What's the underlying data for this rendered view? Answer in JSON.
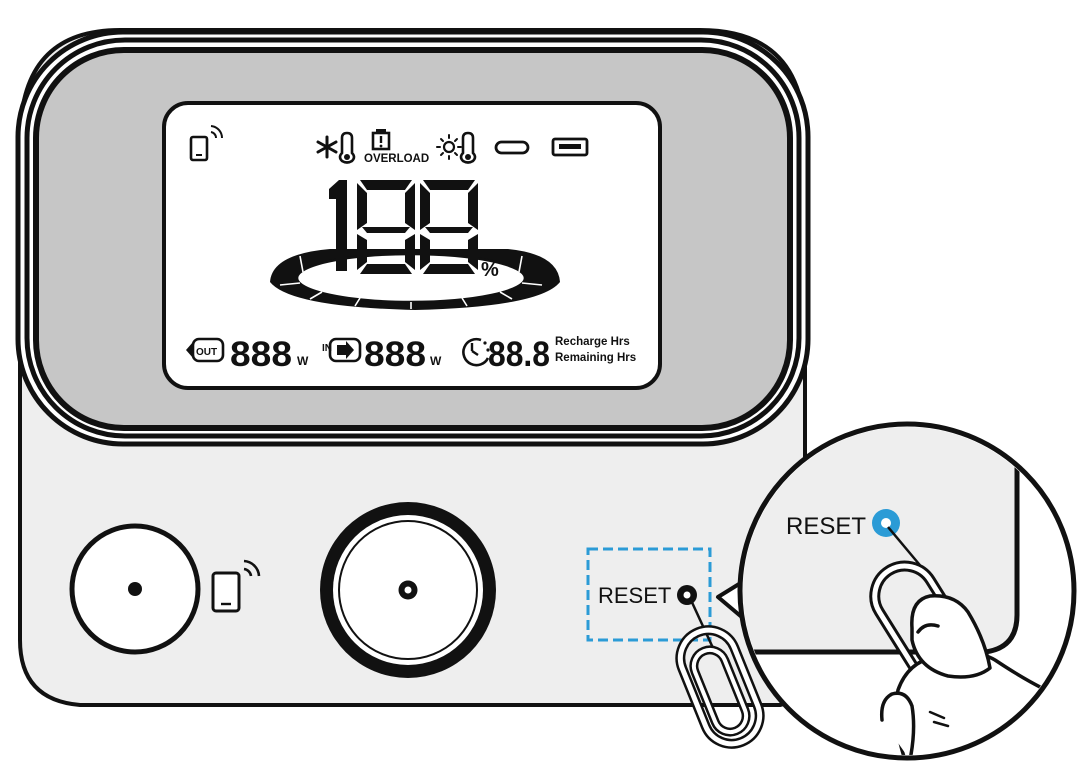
{
  "display": {
    "overload_label": "OVERLOAD",
    "battery_percent_digits": "188",
    "percent_sign": "%",
    "output_label": "OUT",
    "input_label": "IN",
    "output_watts_digits": "888",
    "input_watts_digits": "888",
    "time_digits": "88.8",
    "watt_unit": "W",
    "recharge_hrs_label": "Recharge Hrs",
    "remaining_hrs_label": "Remaining Hrs"
  },
  "panel": {
    "reset_label": "RESET"
  },
  "zoom": {
    "reset_label": "RESET"
  },
  "colors": {
    "outline": "#111111",
    "bezel_gray": "#c6c6c6",
    "body_light": "#eeeeee",
    "callout_blue": "#2b9bd6",
    "reset_dot_blue": "#2b9bd6"
  }
}
